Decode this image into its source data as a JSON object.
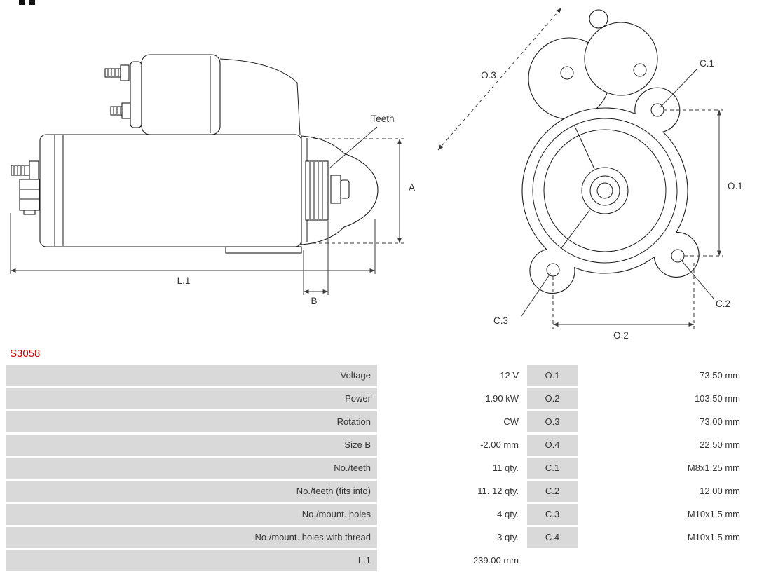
{
  "header": {
    "part_number": "S3058"
  },
  "colors": {
    "part_number_red": "#cc0000",
    "table_label_bg": "#d9d9d9",
    "drawing_line": "#1c1c1c"
  },
  "diagram": {
    "side_view": {
      "teeth_label": "Teeth",
      "dim_a": "A",
      "dim_l1": "L.1",
      "dim_b": "B"
    },
    "front_view": {
      "dim_o1": "O.1",
      "dim_o2": "O.2",
      "dim_o3": "O.3",
      "dim_c1": "C.1",
      "dim_c2": "C.2",
      "dim_c3": "C.3"
    }
  },
  "table": {
    "rows": [
      {
        "label": "Voltage",
        "value": "12 V",
        "dim": "O.1",
        "dim_value": "73.50 mm"
      },
      {
        "label": "Power",
        "value": "1.90 kW",
        "dim": "O.2",
        "dim_value": "103.50 mm"
      },
      {
        "label": "Rotation",
        "value": "CW",
        "dim": "O.3",
        "dim_value": "73.00 mm"
      },
      {
        "label": "Size B",
        "value": "-2.00 mm",
        "dim": "O.4",
        "dim_value": "22.50 mm"
      },
      {
        "label": "No./teeth",
        "value": "11 qty.",
        "dim": "C.1",
        "dim_value": "M8x1.25 mm"
      },
      {
        "label": "No./teeth (fits into)",
        "value": "11. 12 qty.",
        "dim": "C.2",
        "dim_value": "12.00 mm"
      },
      {
        "label": "No./mount. holes",
        "value": "4 qty.",
        "dim": "C.3",
        "dim_value": "M10x1.5 mm"
      },
      {
        "label": "No./mount. holes with thread",
        "value": "3 qty.",
        "dim": "C.4",
        "dim_value": "M10x1.5 mm"
      },
      {
        "label": "L.1",
        "value": "239.00 mm",
        "dim": "",
        "dim_value": ""
      }
    ]
  }
}
